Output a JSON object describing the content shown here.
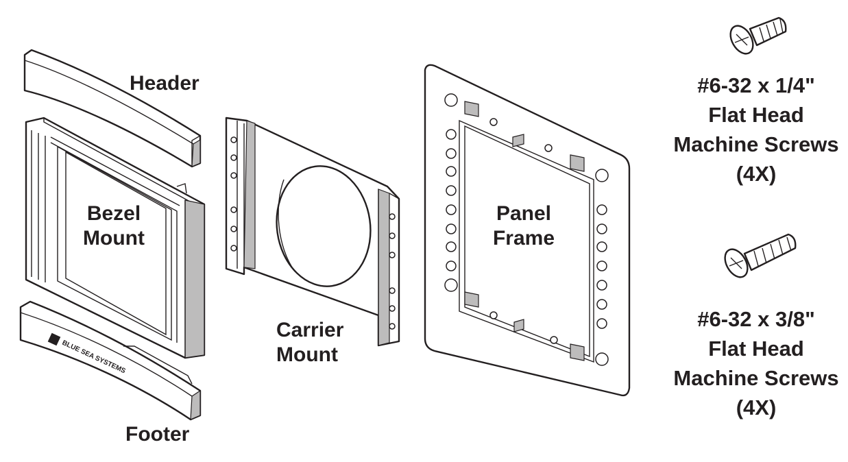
{
  "labels": {
    "header": "Header",
    "bezel_line1": "Bezel",
    "bezel_line2": "Mount",
    "footer": "Footer",
    "carrier_line1": "Carrier",
    "carrier_line2": "Mount",
    "panel_line1": "Panel",
    "panel_line2": "Frame"
  },
  "footer_logo": "BLUE SEA SYSTEMS",
  "screws": [
    {
      "spec": "#6-32 x 1/4\"",
      "type_line1": "Flat Head",
      "type_line2": "Machine Screws",
      "qty": "(4X)"
    },
    {
      "spec": "#6-32 x 3/8\"",
      "type_line1": "Flat Head",
      "type_line2": "Machine Screws",
      "qty": "(4X)"
    }
  ],
  "colors": {
    "line": "#231f20",
    "shade": "#bdbcbc",
    "background": "#ffffff"
  }
}
